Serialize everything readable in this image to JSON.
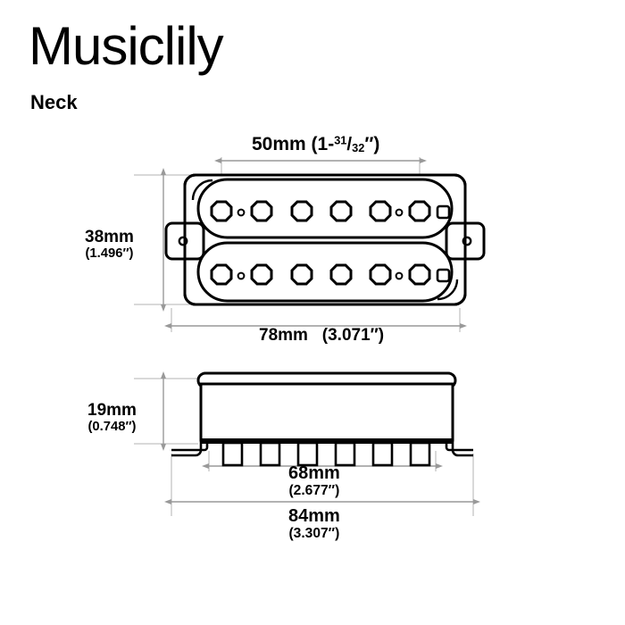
{
  "header": {
    "brand": "Musiclily",
    "variant": "Neck"
  },
  "drawing": {
    "subject": "humbucker-pickup",
    "views": [
      {
        "id": "top-view",
        "name": "Top view"
      },
      {
        "id": "side-view",
        "name": "Side view"
      }
    ],
    "pole_pieces_per_row": 6,
    "rows": 2,
    "legs": 6,
    "colors": {
      "line": "#000000",
      "dimension_line": "#999999",
      "background": "#ffffff"
    }
  },
  "dimensions": {
    "pole_spacing": {
      "metric": "50mm",
      "imperial_whole": "1-",
      "imperial_num": "31",
      "imperial_den": "32",
      "imperial_unit": "″",
      "view": "top-view",
      "orientation": "horizontal"
    },
    "body_height": {
      "metric": "38mm",
      "imperial": "(1.496″)",
      "view": "top-view",
      "orientation": "vertical"
    },
    "body_width": {
      "metric": "78mm",
      "imperial": "(3.071″)",
      "view": "top-view",
      "orientation": "horizontal"
    },
    "body_depth": {
      "metric": "19mm",
      "imperial": "(0.748″)",
      "view": "side-view",
      "orientation": "vertical"
    },
    "baseplate_width": {
      "metric": "68mm",
      "imperial": "(2.677″)",
      "view": "side-view",
      "orientation": "horizontal"
    },
    "overall_width": {
      "metric": "84mm",
      "imperial": "(3.307″)",
      "view": "side-view",
      "orientation": "horizontal"
    }
  }
}
